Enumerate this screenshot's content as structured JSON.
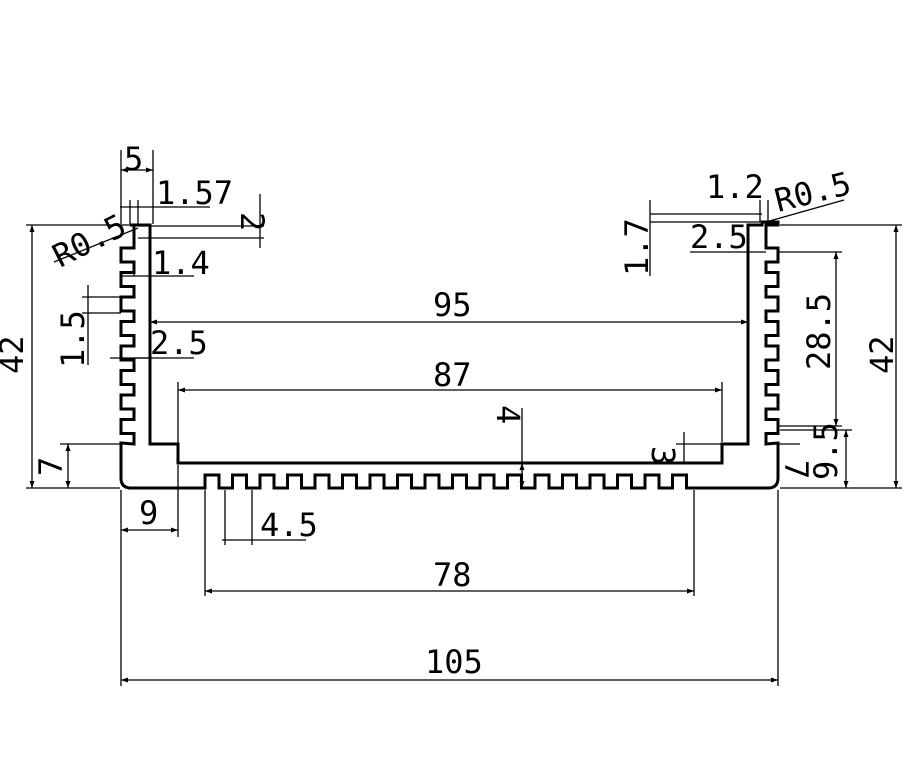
{
  "dimensions": {
    "overall_width": "105",
    "inner_top_width": "95",
    "inner_floor_width": "87",
    "fin_span": "78",
    "fin_pitch": "4.5",
    "left_offset": "9",
    "left_height": "42",
    "right_height": "42",
    "left_base_height": "7",
    "right_base_height": "7",
    "step_height": "9.5",
    "fin_zone_height": "28.5",
    "top_width_left": "5",
    "lip_width_left": "1.57",
    "lip_drop_left": "2",
    "radius_left": "R0.5",
    "wall_left": "1.4",
    "fin_pitch_left": "1.5",
    "wall_thickness_left": "2.5",
    "lip_width_right": "1.2",
    "radius_right": "R0.5",
    "lip_height_right": "1.7",
    "wall_thickness_right": "2.5",
    "floor_thickness": "4",
    "step_right": "3"
  },
  "colors": {
    "line": "#000000",
    "background": "#ffffff"
  }
}
